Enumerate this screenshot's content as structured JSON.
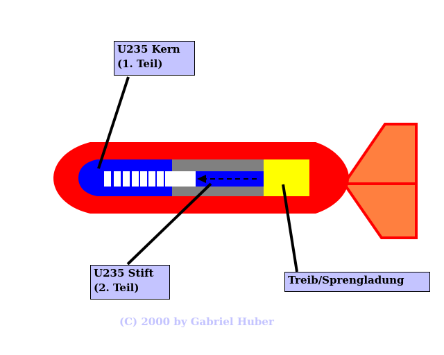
{
  "labels": {
    "kern": {
      "line1": "U235 Kern",
      "line2": "(1. Teil)"
    },
    "stift": {
      "line1": "U235 Stift",
      "line2": "(2. Teil)"
    },
    "ladung": {
      "line1": "Treib/Sprengladung"
    }
  },
  "copyright": "(C) 2000 by Gabriel Huber",
  "colors": {
    "hull": "#ff0000",
    "fins": "#ff7f3f",
    "uranium": "#0000ff",
    "barrel": "#808080",
    "charge": "#ffff00",
    "label_bg": "#c4c4ff",
    "copyright_text": "#c4c4ff"
  }
}
